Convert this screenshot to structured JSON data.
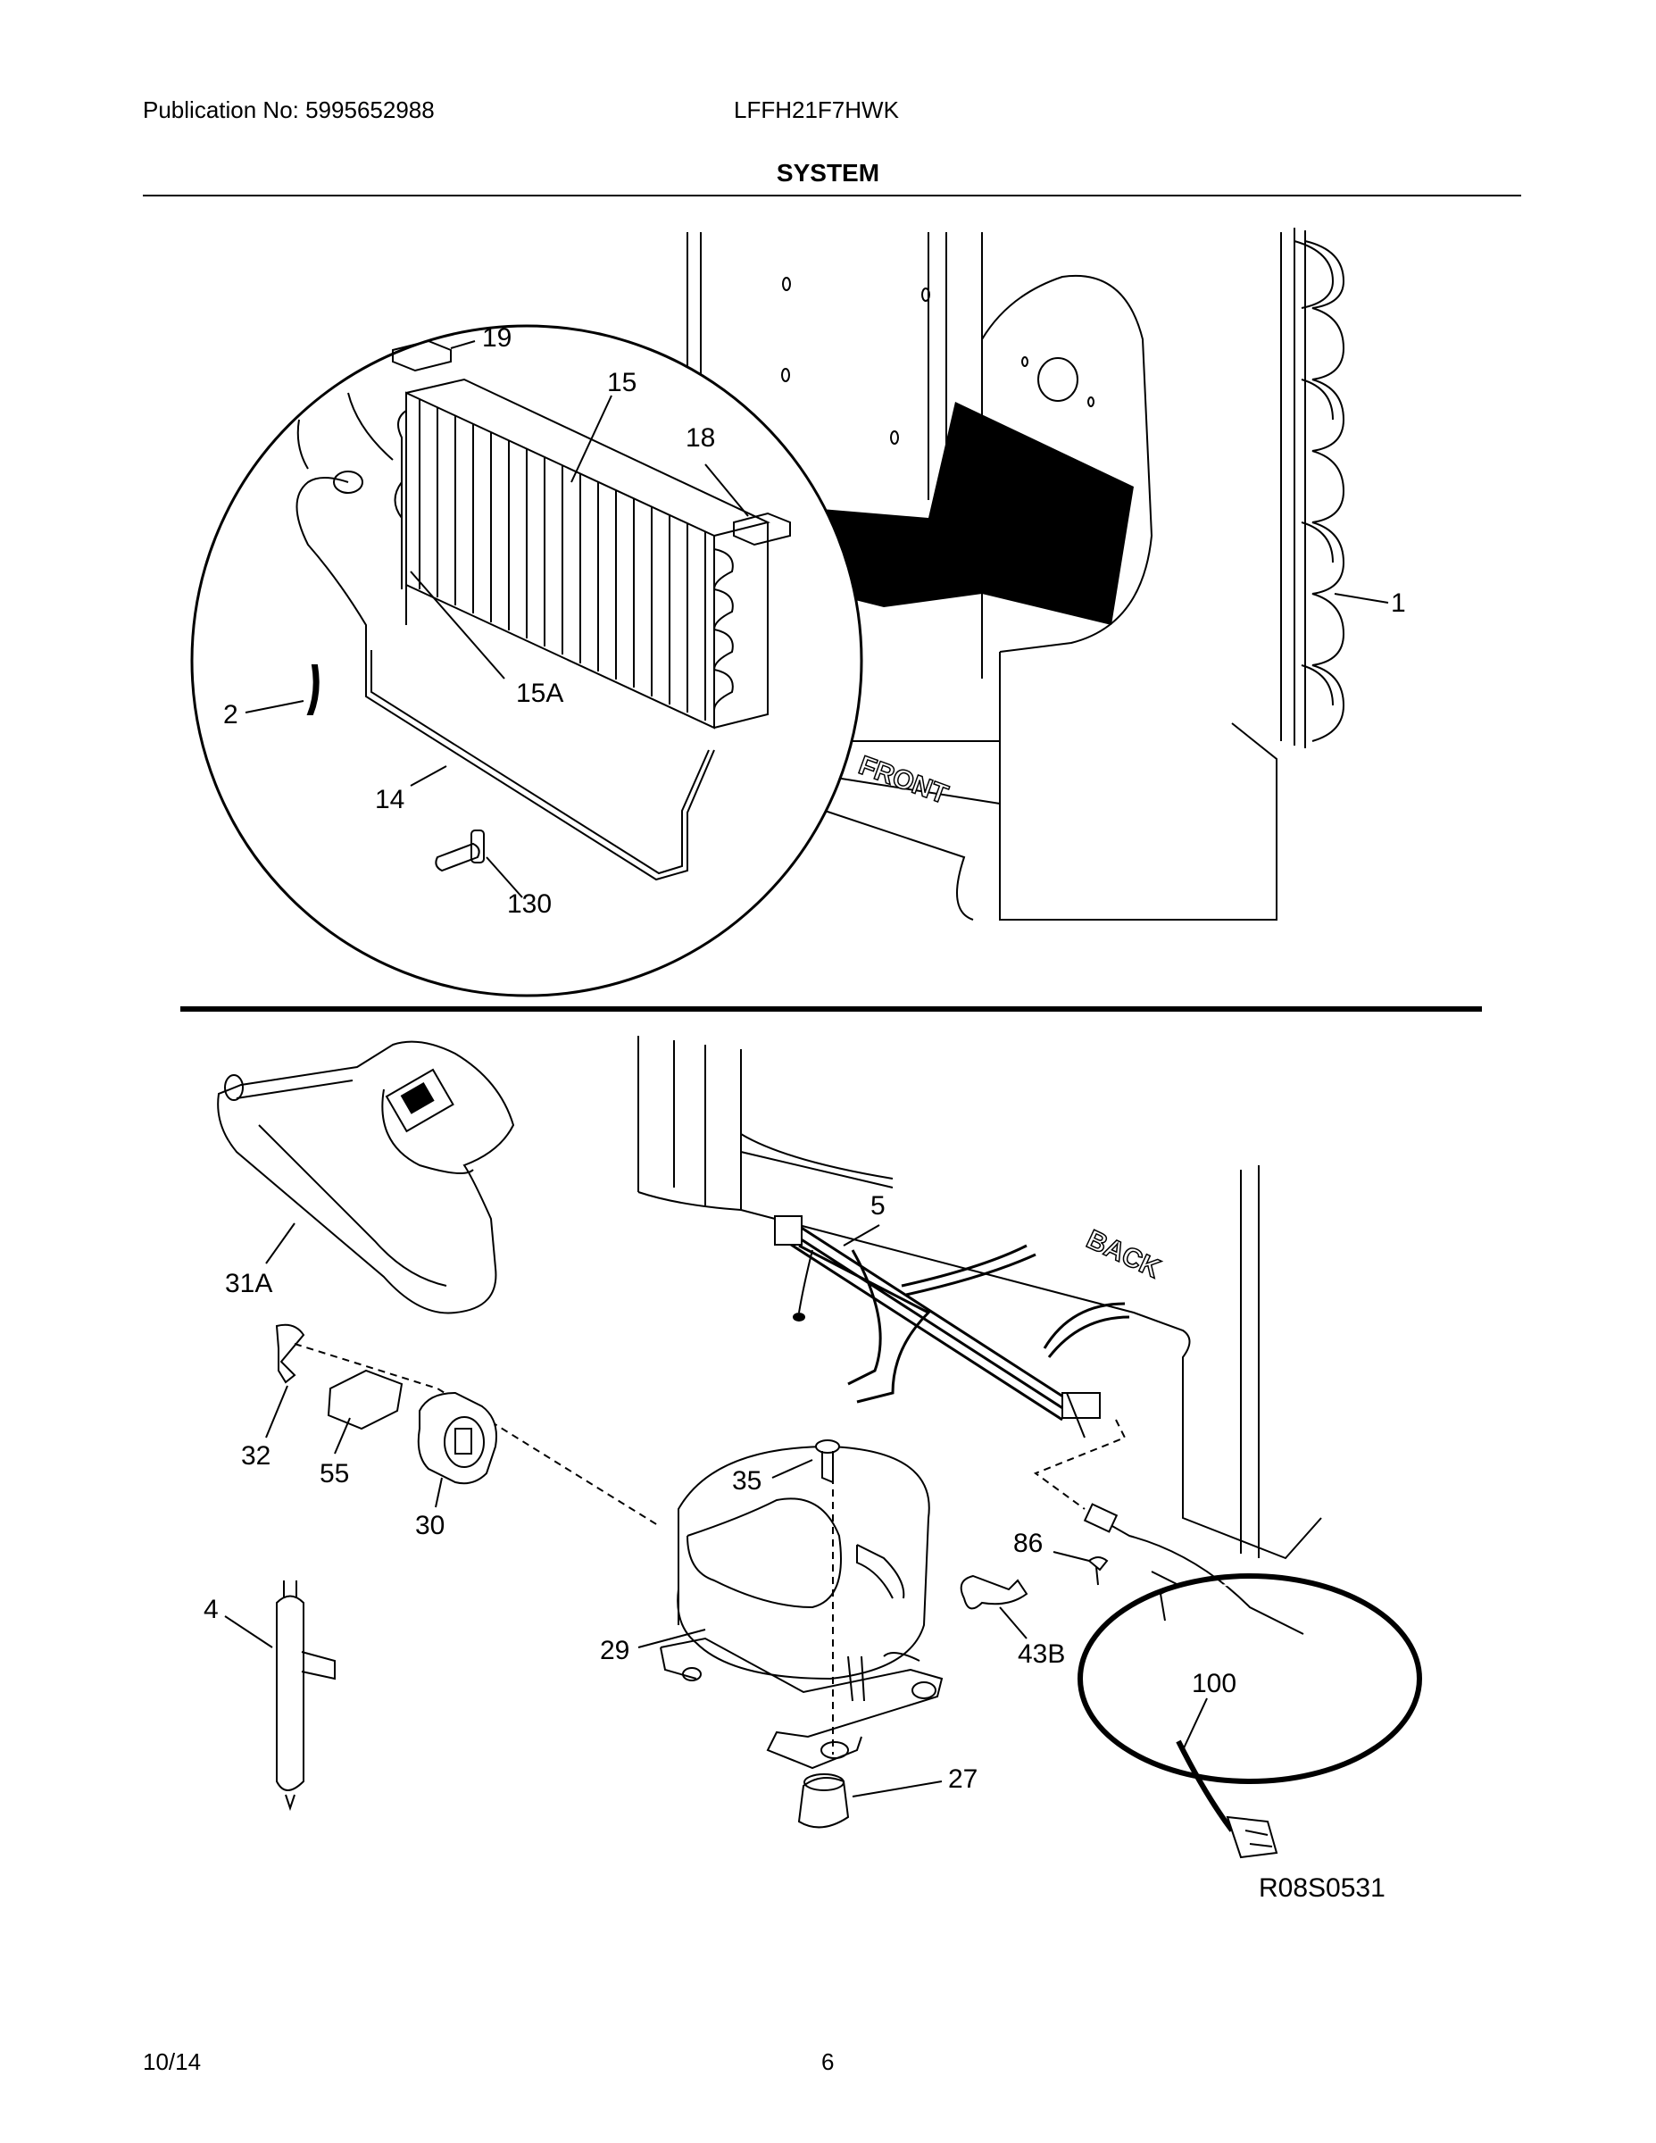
{
  "header": {
    "publication": "Publication No: 5995652988",
    "model": "LFFH21F7HWK",
    "section": "SYSTEM"
  },
  "diagram": {
    "callouts": {
      "c19": "19",
      "c15": "15",
      "c18": "18",
      "c15a": "15A",
      "c2": "2",
      "c14": "14",
      "c130": "130",
      "c1": "1",
      "c31a": "31A",
      "c5": "5",
      "c32": "32",
      "c55": "55",
      "c30": "30",
      "c35": "35",
      "c86": "86",
      "c4": "4",
      "c29": "29",
      "c43b": "43B",
      "c100": "100",
      "c27": "27"
    },
    "labels": {
      "front": "FRONT",
      "back": "BACK"
    },
    "drawing_id": "R08S0531"
  },
  "footer": {
    "date": "10/14",
    "page": "6"
  }
}
